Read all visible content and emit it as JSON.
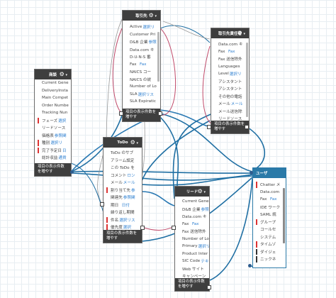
{
  "cards": {
    "shodan": {
      "title": "商談",
      "rows": [
        {
          "text": "Current Gene",
          "mark": ""
        },
        {
          "text": "DeliveryInsta",
          "mark": ""
        },
        {
          "text": "Main Compet",
          "mark": ""
        },
        {
          "text": "Order Numbe",
          "mark": ""
        },
        {
          "text": "Tracking Nun",
          "mark": ""
        },
        {
          "text": "フェーズ",
          "link": "選択",
          "mark": "red"
        },
        {
          "text": "リードソース",
          "mark": ""
        },
        {
          "text": "価格表",
          "link": "参照関",
          "mark": ""
        },
        {
          "text": "種別",
          "link": "選択リ",
          "mark": "red"
        },
        {
          "text": "完了予定日",
          "link": "日",
          "mark": "red"
        },
        {
          "text": "総計収益 ",
          "link": "通貨",
          "mark": ""
        }
      ],
      "footer": "項目の表示件数を増やす"
    },
    "torihikisaki": {
      "title": "取引先",
      "rows": [
        {
          "text": "Active",
          "link": "選択リ",
          "mark": ""
        },
        {
          "text": "Customer Pri",
          "mark": ""
        },
        {
          "text": "D&B 企業",
          "link": "参照",
          "mark": ""
        },
        {
          "text": "Data.com キ",
          "mark": ""
        },
        {
          "text": "D-U-N-S 番",
          "mark": ""
        },
        {
          "text": "Fax",
          "link": "Fax",
          "mark": ""
        },
        {
          "text": "NAICS コー",
          "mark": ""
        },
        {
          "text": "NAICS の説",
          "mark": ""
        },
        {
          "text": "Number of Lo",
          "mark": ""
        },
        {
          "text": "SLA",
          "link": "選択リス",
          "mark": ""
        },
        {
          "text": "SLA Expiratic",
          "mark": ""
        }
      ],
      "footer": "項目の表示件数を増やす"
    },
    "tantosha": {
      "title": "取引先責任者",
      "rows": [
        {
          "text": "Data.com キ",
          "mark": ""
        },
        {
          "text": "Fax",
          "link": "Fax",
          "mark": ""
        },
        {
          "text": "Fax 送信除外",
          "mark": ""
        },
        {
          "text": "Languages",
          "mark": ""
        },
        {
          "text": "Level",
          "link": "選択リ",
          "mark": ""
        },
        {
          "text": "アシスタント",
          "mark": ""
        },
        {
          "text": "アシスタント",
          "mark": ""
        },
        {
          "text": "その他の電話",
          "mark": ""
        },
        {
          "text": "メール",
          "link": "メール",
          "mark": ""
        },
        {
          "text": "メール送信除",
          "mark": ""
        },
        {
          "text": "リードソース",
          "mark": ""
        }
      ],
      "footer": "項目の表示件数を増やす"
    },
    "todo": {
      "title": "ToDo",
      "rows": [
        {
          "text": "ToDo のサブ",
          "mark": ""
        },
        {
          "text": "アラーム設定",
          "mark": ""
        },
        {
          "text": "この ToDo を",
          "mark": ""
        },
        {
          "text": "コメント",
          "link": "ロン",
          "mark": ""
        },
        {
          "text": "メール",
          "link": "メール",
          "mark": ""
        },
        {
          "text": "割り当て先",
          "link": "参",
          "mark": "red"
        },
        {
          "text": "関連先",
          "link": "参照関",
          "mark": ""
        },
        {
          "text": "期日",
          "link": "日付",
          "mark": ""
        },
        {
          "text": "繰り返し期間",
          "mark": ""
        },
        {
          "text": "件名",
          "link": "選択リス",
          "mark": "red"
        },
        {
          "text": "優先度",
          "link": "選択",
          "mark": "red"
        }
      ],
      "footer": "項目の表示件数を増やす"
    },
    "lead": {
      "title": "リード",
      "rows": [
        {
          "text": "Current Gene",
          "mark": ""
        },
        {
          "text": "D&B 企業",
          "link": "参照",
          "mark": ""
        },
        {
          "text": "Data.com キ",
          "mark": ""
        },
        {
          "text": "Fax",
          "link": "Fax",
          "mark": ""
        },
        {
          "text": "Fax 送信除外",
          "mark": ""
        },
        {
          "text": "Number of Lo",
          "mark": ""
        },
        {
          "text": "Primary",
          "link": "選択リ",
          "mark": ""
        },
        {
          "text": "Product Inter",
          "mark": ""
        },
        {
          "text": "SIC Code",
          "link": "テキ",
          "mark": ""
        },
        {
          "text": "Web サイト",
          "link": "",
          "mark": ""
        },
        {
          "text": "キャンペーン",
          "mark": ""
        }
      ],
      "footer": "項目の表示件数を増やす"
    },
    "user": {
      "title": "ユーザ",
      "rows": [
        {
          "text": "Chatter メ",
          "mark": "red"
        },
        {
          "text": "Data.com",
          "mark": ""
        },
        {
          "text": "Fax",
          "link": "Fax",
          "mark": ""
        },
        {
          "text": "IDE ワーク",
          "mark": ""
        },
        {
          "text": "SAML 統",
          "mark": ""
        },
        {
          "text": "グループ",
          "mark": "red"
        },
        {
          "text": "コールセ",
          "mark": ""
        },
        {
          "text": "システム",
          "mark": ""
        },
        {
          "text": "タイムゾ",
          "mark": "red"
        },
        {
          "text": "ダイジェ",
          "mark": "ob"
        },
        {
          "text": "ニックネ",
          "mark": "ob"
        }
      ]
    }
  }
}
